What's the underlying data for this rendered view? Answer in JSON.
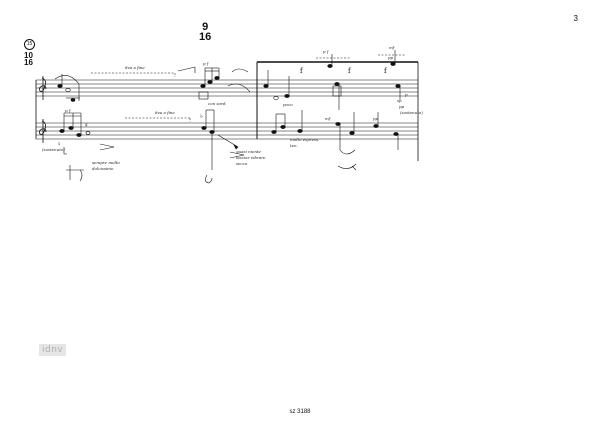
{
  "page": {
    "number": "3",
    "rehearsal_mark": "15",
    "plate_number": "sz 3188",
    "watermark": "idnv"
  },
  "time_signatures": [
    {
      "top": "10",
      "bottom": "16"
    },
    {
      "top": "9",
      "bottom": "16"
    }
  ],
  "annotations": {
    "upper_ottava": "8va a fine",
    "lower_ottava": "8va a fine",
    "upper_dyn_1": "p f",
    "upper_dyn_2": "p f",
    "upper_dyn_3": "mf",
    "upper_dyn_4": "pp",
    "lower_dyn_1": "p f",
    "lower_dyn_2": "mf",
    "lower_dyn_3": "pp",
    "right_1": "p",
    "right_2": "sp",
    "right_3": "pp",
    "text_1": "sempre molto",
    "text_2": "dolcissimo",
    "text_3": "quasi niente",
    "text_4": "(sostenuto)",
    "text_5": "poco",
    "text_6": "con sord.",
    "text_7": "molto espress.",
    "text_8": "lasciar vibrare",
    "text_9": "secco",
    "text_10": "ten.",
    "text_11": "(sostenuto)"
  },
  "colors": {
    "ink": "#111111",
    "watermark_bg": "#e6e6e6",
    "watermark_fg": "#b0b0b0"
  }
}
